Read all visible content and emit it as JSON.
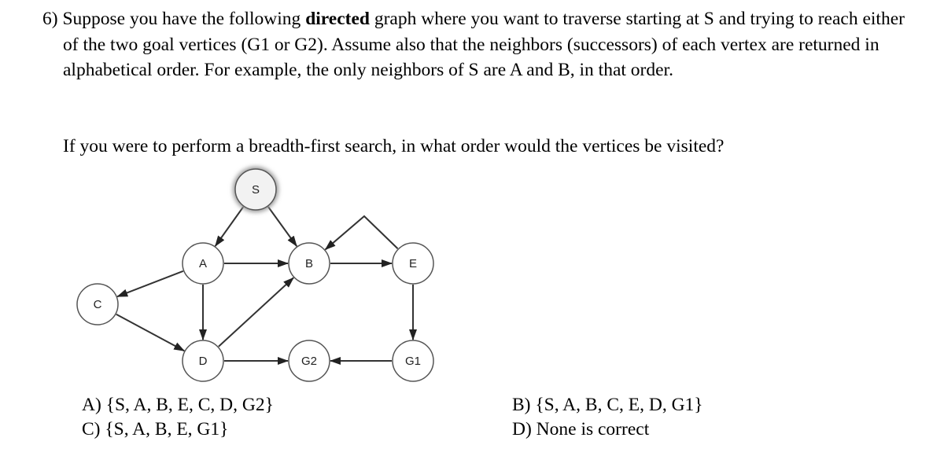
{
  "question": {
    "number": "6)",
    "text_1": "Suppose you have the following",
    "text_bold": "directed",
    "text_2": "graph where you want to traverse starting at S and trying to reach either of the two goal vertices (G1 or G2). Assume also that the neighbors (successors) of each vertex are returned in alphabetical order. For example, the only neighbors of S are A and B, in that order.",
    "prompt": "If you were to perform a breadth-first search, in what order would the vertices be visited?"
  },
  "graph": {
    "nodes": [
      {
        "id": "S",
        "label": "S",
        "highlighted": true
      },
      {
        "id": "A",
        "label": "A"
      },
      {
        "id": "B",
        "label": "B"
      },
      {
        "id": "C",
        "label": "C"
      },
      {
        "id": "D",
        "label": "D"
      },
      {
        "id": "E",
        "label": "E"
      },
      {
        "id": "G1",
        "label": "G1"
      },
      {
        "id": "G2",
        "label": "G2"
      }
    ],
    "edges": [
      {
        "from": "S",
        "to": "A"
      },
      {
        "from": "S",
        "to": "B"
      },
      {
        "from": "A",
        "to": "B"
      },
      {
        "from": "A",
        "to": "C"
      },
      {
        "from": "A",
        "to": "D"
      },
      {
        "from": "C",
        "to": "D"
      },
      {
        "from": "D",
        "to": "B"
      },
      {
        "from": "D",
        "to": "G2"
      },
      {
        "from": "B",
        "to": "E"
      },
      {
        "from": "E",
        "to": "B"
      },
      {
        "from": "E",
        "to": "G1"
      },
      {
        "from": "G1",
        "to": "G2"
      }
    ],
    "colors": {
      "node_fill": "#ffffff",
      "node_stroke": "#555555",
      "highlight_fill": "#f2f2f2",
      "highlight_glow": "#9a9a9a",
      "edge": "#333333"
    }
  },
  "options": {
    "a": "A) {S, A, B, E, C, D, G2}",
    "b": "B) {S, A, B, C, E, D, G1}",
    "c": "C) {S, A, B, E, G1}",
    "d": "D) None is correct"
  }
}
